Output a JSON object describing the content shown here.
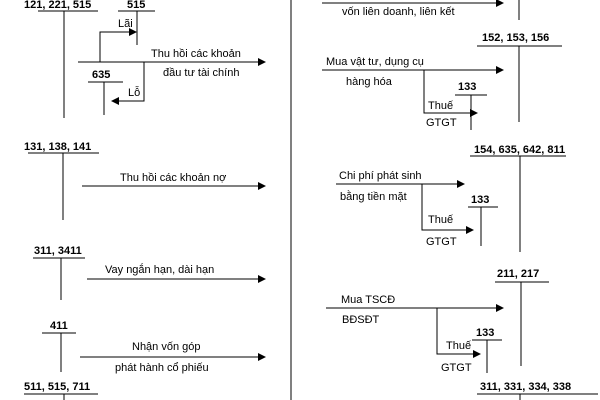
{
  "left": {
    "acc_investments": "121, 221, 515",
    "acc_515": "515",
    "lbl_lai": "Lãi",
    "lbl_thu_hoi_1": "Thu hồi các khoản",
    "lbl_thu_hoi_2": "đầu tư tài chính",
    "acc_635": "635",
    "lbl_lo": "Lỗ",
    "acc_receivables": "131, 138, 141",
    "lbl_thu_hoi_no": "Thu hồi các khoản nợ",
    "acc_loans": "311, 3411",
    "lbl_vay": "Vay ngắn hạn, dài hạn",
    "acc_411": "411",
    "lbl_von_gop_1": "Nhận vốn góp",
    "lbl_von_gop_2": "phát hành cổ phiếu",
    "acc_revenue": "511, 515, 711"
  },
  "right": {
    "lbl_lien_doanh": "vốn liên doanh, liên kết",
    "acc_inventory": "152, 153, 156",
    "lbl_mua_vat_tu_1": "Mua vật tư, dụng cụ",
    "lbl_mua_vat_tu_2": "hàng hóa",
    "acc_133_a": "133",
    "lbl_thue_a": "Thuế",
    "lbl_gtgt_a": "GTGT",
    "acc_expenses": "154, 635, 642, 811",
    "lbl_chi_phi_1": "Chi phí phát sinh",
    "lbl_chi_phi_2": "bằng tiền mặt",
    "acc_133_b": "133",
    "lbl_thue_b": "Thuế",
    "lbl_gtgt_b": "GTGT",
    "acc_fixed": "211, 217",
    "lbl_mua_tscd_1": "Mua TSCĐ",
    "lbl_mua_tscd_2": "BĐSĐT",
    "acc_133_c": "133",
    "lbl_thue_c": "Thuế",
    "lbl_gtgt_c": "GTGT",
    "acc_payables": "311, 331, 334, 338"
  }
}
